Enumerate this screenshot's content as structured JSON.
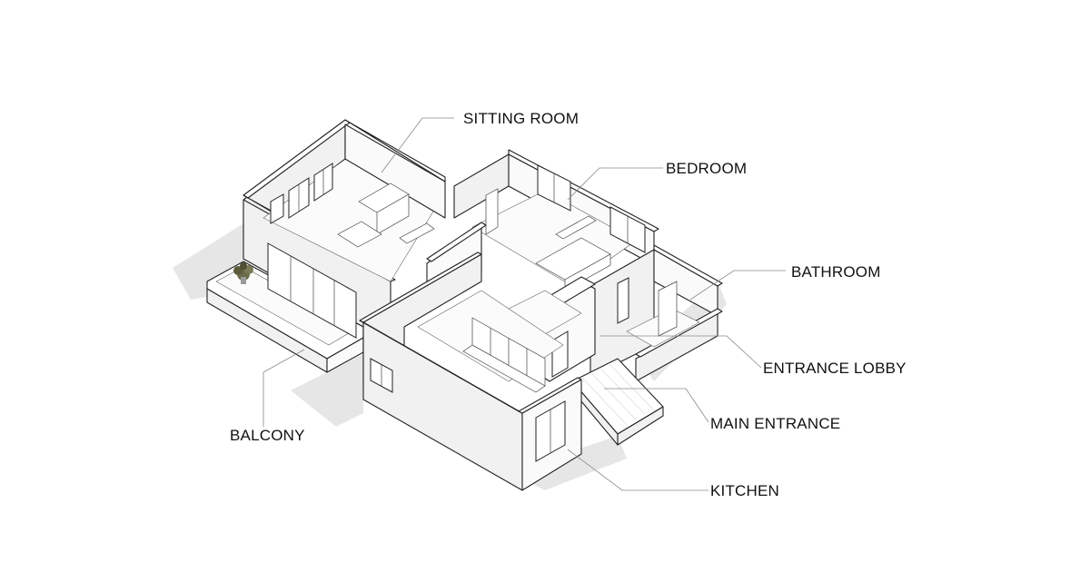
{
  "labels": {
    "sitting_room": "SITTING ROOM",
    "bedroom": "BEDROOM",
    "bathroom": "BATHROOM",
    "entrance_lobby": "ENTRANCE LOBBY",
    "main_entrance": "MAIN ENTRANCE",
    "kitchen": "KITCHEN",
    "balcony": "BALCONY"
  },
  "icons": {
    "plant": "plant-icon"
  }
}
